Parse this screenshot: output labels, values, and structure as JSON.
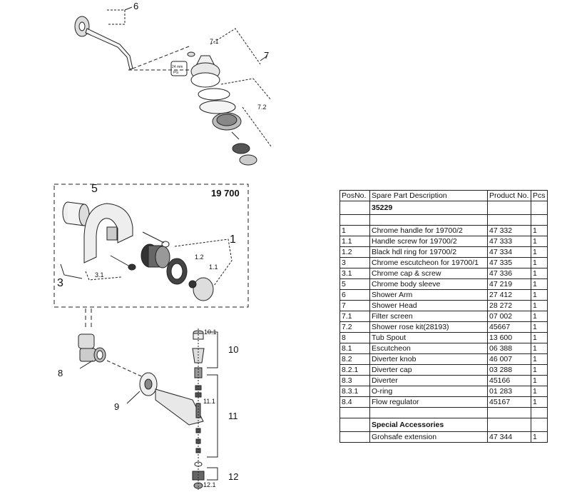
{
  "diagram": {
    "model_label": "19 700",
    "callouts": {
      "c6": "6",
      "c7": "7",
      "c7_1": "7.1",
      "c7_2": "7.2",
      "c5": "5",
      "c1": "1",
      "c1_1": "1.1",
      "c1_2": "1.2",
      "c3": "3",
      "c3_1": "3.1",
      "c8": "8",
      "c9": "9",
      "c10": "10",
      "c10_1": "10.1",
      "c11": "11",
      "c11_1": "11.1",
      "c12": "12",
      "c12_1": "12.1"
    }
  },
  "table": {
    "headers": [
      "PosNo.",
      "Spare Part Description",
      "Product No.",
      "Pcs"
    ],
    "rows": [
      [
        "",
        "35229",
        "",
        ""
      ],
      [
        "",
        "",
        "",
        ""
      ],
      [
        "1",
        "Chrome handle for 19700/2",
        "47 332",
        "1"
      ],
      [
        "1.1",
        "Handle screw for 19700/2",
        "47 333",
        "1"
      ],
      [
        "1.2",
        "Black hdl ring for 19700/2",
        "47 334",
        "1"
      ],
      [
        "3",
        "Chrome escutcheon for 19700/1",
        "47 335",
        "1"
      ],
      [
        "3.1",
        "Chrome cap & screw",
        "47 336",
        "1"
      ],
      [
        "5",
        "Chrome body sleeve",
        "47 219",
        "1"
      ],
      [
        "6",
        "Shower Arm",
        "27 412",
        "1"
      ],
      [
        "7",
        "Shower Head",
        "28 272",
        "1"
      ],
      [
        "7.1",
        "Filter screen",
        "07 002",
        "1"
      ],
      [
        "7.2",
        "Shower rose kit(28193)",
        "45667",
        "1"
      ],
      [
        "8",
        "Tub Spout",
        "13 600",
        "1"
      ],
      [
        "8.1",
        "Escutcheon",
        "06 388",
        "1"
      ],
      [
        "8.2",
        "Diverter knob",
        "46 007",
        "1"
      ],
      [
        "8.2.1",
        "Diverter cap",
        "03 288",
        "1"
      ],
      [
        "8.3",
        "Diverter",
        "45166",
        "1"
      ],
      [
        "8.3.1",
        "O-ring",
        "01 283",
        "1"
      ],
      [
        "8.4",
        "Flow regulator",
        "45167",
        "1"
      ],
      [
        "",
        "",
        "",
        ""
      ],
      [
        "",
        "Special Accessories",
        "",
        ""
      ],
      [
        "",
        "Grohsafe extension",
        "47 344",
        "1"
      ]
    ]
  }
}
